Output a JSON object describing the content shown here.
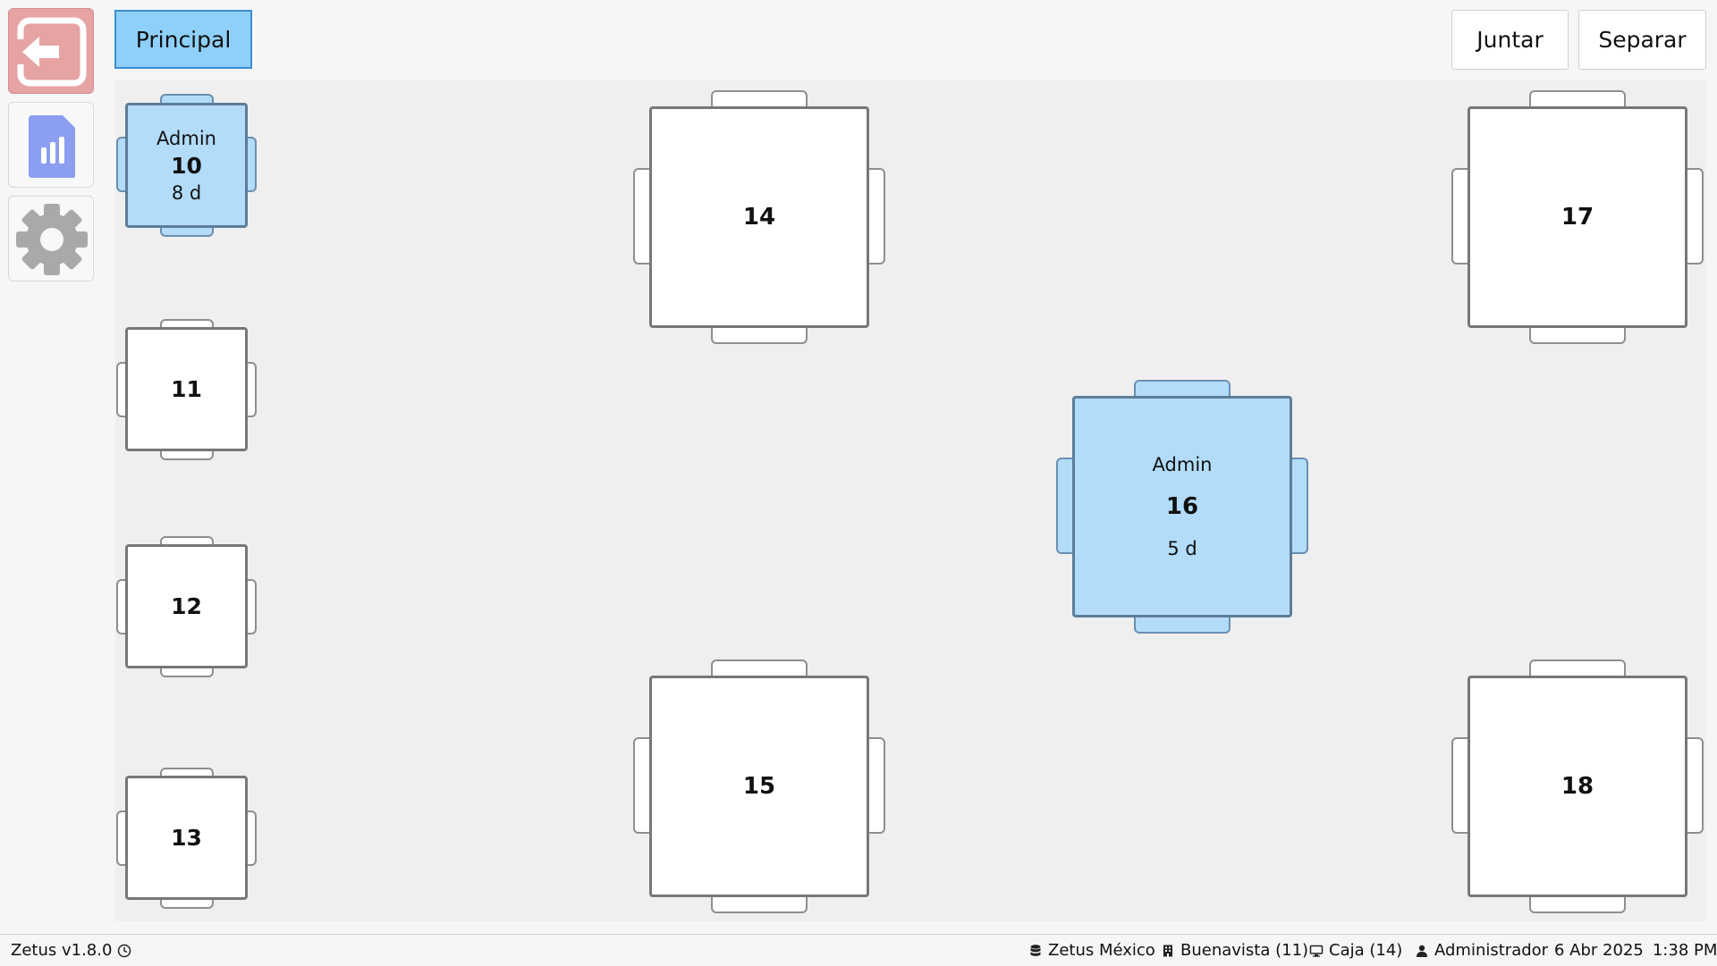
{
  "sidebar": {
    "items": [
      {
        "name": "exit",
        "icon": "exit-icon"
      },
      {
        "name": "reports",
        "icon": "reports-icon"
      },
      {
        "name": "settings",
        "icon": "gear-icon"
      }
    ]
  },
  "header": {
    "zone_tab": "Principal",
    "join_label": "Juntar",
    "separate_label": "Separar"
  },
  "tables": [
    {
      "number": "10",
      "waiter": "Admin",
      "time": "8 d",
      "occupied": true
    },
    {
      "number": "11",
      "occupied": false
    },
    {
      "number": "12",
      "occupied": false
    },
    {
      "number": "13",
      "occupied": false
    },
    {
      "number": "14",
      "occupied": false
    },
    {
      "number": "15",
      "occupied": false
    },
    {
      "number": "16",
      "waiter": "Admin",
      "time": "5 d",
      "occupied": true
    },
    {
      "number": "17",
      "occupied": false
    },
    {
      "number": "18",
      "occupied": false
    }
  ],
  "status": {
    "version": "Zetus v1.8.0",
    "company": "Zetus México",
    "branch": "Buenavista (11)",
    "register": "Caja (14)",
    "user": "Administrador",
    "date": "6 Abr 2025",
    "time": "1:38 PM"
  },
  "colors": {
    "occupied_table": "#b3dcfb",
    "free_table": "#ffffff",
    "active_tab": "#8fd0fa",
    "exit_button": "#e6a3a3",
    "reports_icon": "#8b9ef0"
  }
}
